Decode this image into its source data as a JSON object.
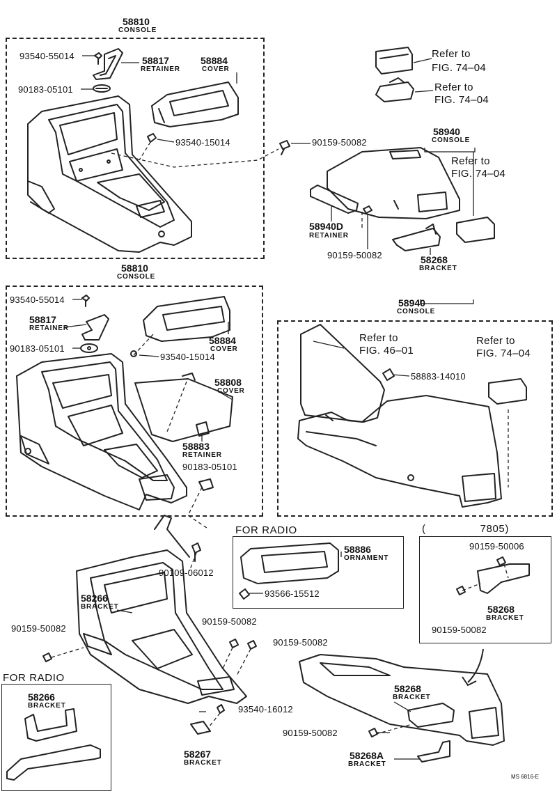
{
  "labels": {
    "top_console_pn": "58810",
    "top_console_name": "CONSOLE",
    "t_93540_55014": "93540-55014",
    "t_58817_pn": "58817",
    "t_58817_name": "RETAINER",
    "t_58884_pn": "58884",
    "t_58884_name": "COVER",
    "t_90183_05101": "90183-05101",
    "t_93540_15014": "93540-15014",
    "t_90159_50082_a": "90159-50082",
    "ref1_line1": "Refer to",
    "ref1_line2": "FIG. 74–04",
    "ref2_line1": "Refer to",
    "ref2_line2": "FIG. 74–04",
    "c58940_pn": "58940",
    "c58940_name": "CONSOLE",
    "ref3_line1": "Refer to",
    "ref3_line2": "FIG. 74–04",
    "t_58940D_pn": "58940D",
    "t_58940D_name": "RETAINER",
    "t_90159_50082_b": "90159-50082",
    "t_58268_pn_a": "58268",
    "t_58268_name_a": "BRACKET",
    "mid_console_pn": "58810",
    "mid_console_name": "CONSOLE",
    "m_93540_55014": "93540-55014",
    "m_58817_pn": "58817",
    "m_58817_name": "RETAINER",
    "m_90183_05101": "90183-05101",
    "m_58884_pn": "58884",
    "m_58884_name": "COVER",
    "m_93540_15014": "93540-15014",
    "m_58808_pn": "58808",
    "m_58808_name": "COVER",
    "m_58883_pn": "58883",
    "m_58883_name": "RETAINER",
    "m_90183_05101_b": "90183-05101",
    "r_console_pn": "58940",
    "r_console_name": "CONSOLE",
    "r_ref46_line1": "Refer to",
    "r_ref46_line2": "FIG. 46–01",
    "r_ref74_line1": "Refer to",
    "r_ref74_line2": "FIG. 74–04",
    "r_58883_14010": "58883-14010",
    "for_radio_1": "FOR RADIO",
    "b_58886_pn": "58886",
    "b_58886_name": "ORNAMENT",
    "b_93566_15512": "93566-15512",
    "b_range": "(     7805)",
    "b_90159_50006": "90159-50006",
    "b_58268_pn": "58268",
    "b_58268_name": "BRACKET",
    "b_90159_50082_c": "90159-50082",
    "b_90109_06012": "90109-06012",
    "b_58266_pn": "58266",
    "b_58266_name": "BRACKET",
    "b_90159_50082_d": "90159-50082",
    "b_90159_50082_e": "90159-50082",
    "b_90159_50082_f": "90159-50082",
    "for_radio_2": "FOR RADIO",
    "b_58266_pn_b": "58266",
    "b_58266_name_b": "BRACKET",
    "b_93540_16012": "93540-16012",
    "b_58267_pn": "58267",
    "b_58267_name": "BRACKET",
    "b_58268_pn_b": "58268",
    "b_58268_name_b": "BRACKET",
    "b_90159_50082_g": "90159-50082",
    "b_58268A_pn": "58268A",
    "b_58268A_name": "BRACKET",
    "footer_code": "MS 6816-E"
  }
}
